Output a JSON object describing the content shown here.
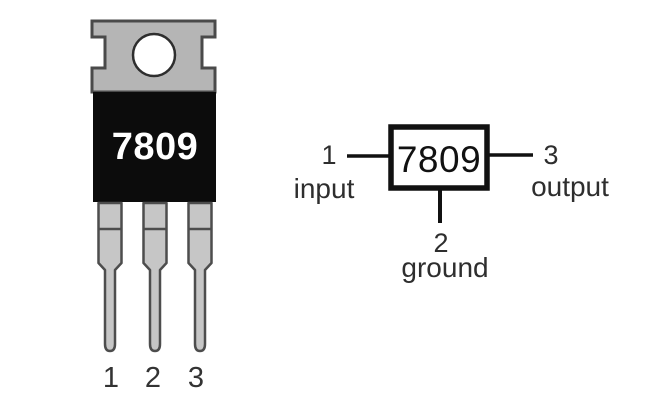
{
  "package": {
    "label": "7809",
    "pin_numbers": [
      "1",
      "2",
      "3"
    ]
  },
  "schematic": {
    "label": "7809",
    "pins": {
      "left": {
        "number": "1",
        "name": "input"
      },
      "bottom": {
        "number": "2",
        "name": "ground"
      },
      "right": {
        "number": "3",
        "name": "output"
      }
    }
  },
  "colors": {
    "package_tab": "#b5b5b5",
    "package_body": "#0c0c0c",
    "package_leg": "#c6c6c6",
    "outline": "#4d4d4d",
    "schematic_line": "#111111",
    "label_text": "#333333",
    "background": "#ffffff"
  }
}
